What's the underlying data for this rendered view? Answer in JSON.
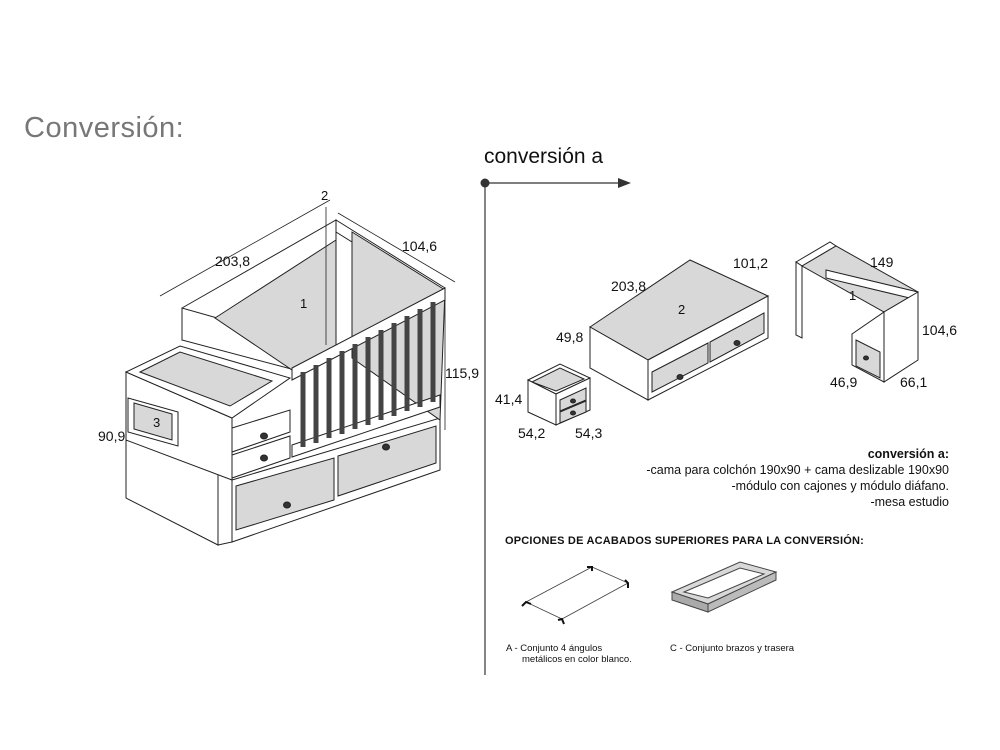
{
  "page": {
    "title": "Conversión:",
    "subtitle": "conversión a"
  },
  "crib": {
    "dims": {
      "length": "203,8",
      "depth": "104,6",
      "height": "115,9",
      "changer_height": "90,9"
    },
    "labels": {
      "crib": "1",
      "bed": "2",
      "changer": "3"
    }
  },
  "conversion": {
    "bed": {
      "length": "203,8",
      "depth": "101,2",
      "height": "49,8",
      "label": "2"
    },
    "nightstand": {
      "height": "41,4",
      "width": "54,2",
      "depth": "54,3"
    },
    "desk": {
      "length": "149",
      "height": "104,6",
      "depth": "46,9",
      "module_width": "66,1",
      "label": "1"
    }
  },
  "description": {
    "title": "conversión a:",
    "lines": [
      "-cama para colchón 190x90 + cama deslizable 190x90",
      "-módulo con cajones y módulo diáfano.",
      "-mesa estudio"
    ]
  },
  "options": {
    "title": "OPCIONES DE ACABADOS SUPERIORES PARA LA CONVERSIÓN:",
    "a": {
      "line1": "A - Conjunto 4 ángulos",
      "line2": "metálicos en color blanco."
    },
    "c": {
      "line1": "C - Conjunto brazos y trasera"
    }
  },
  "colors": {
    "panel_gray": "#d8d8d8",
    "dark_bars": "#444444"
  }
}
